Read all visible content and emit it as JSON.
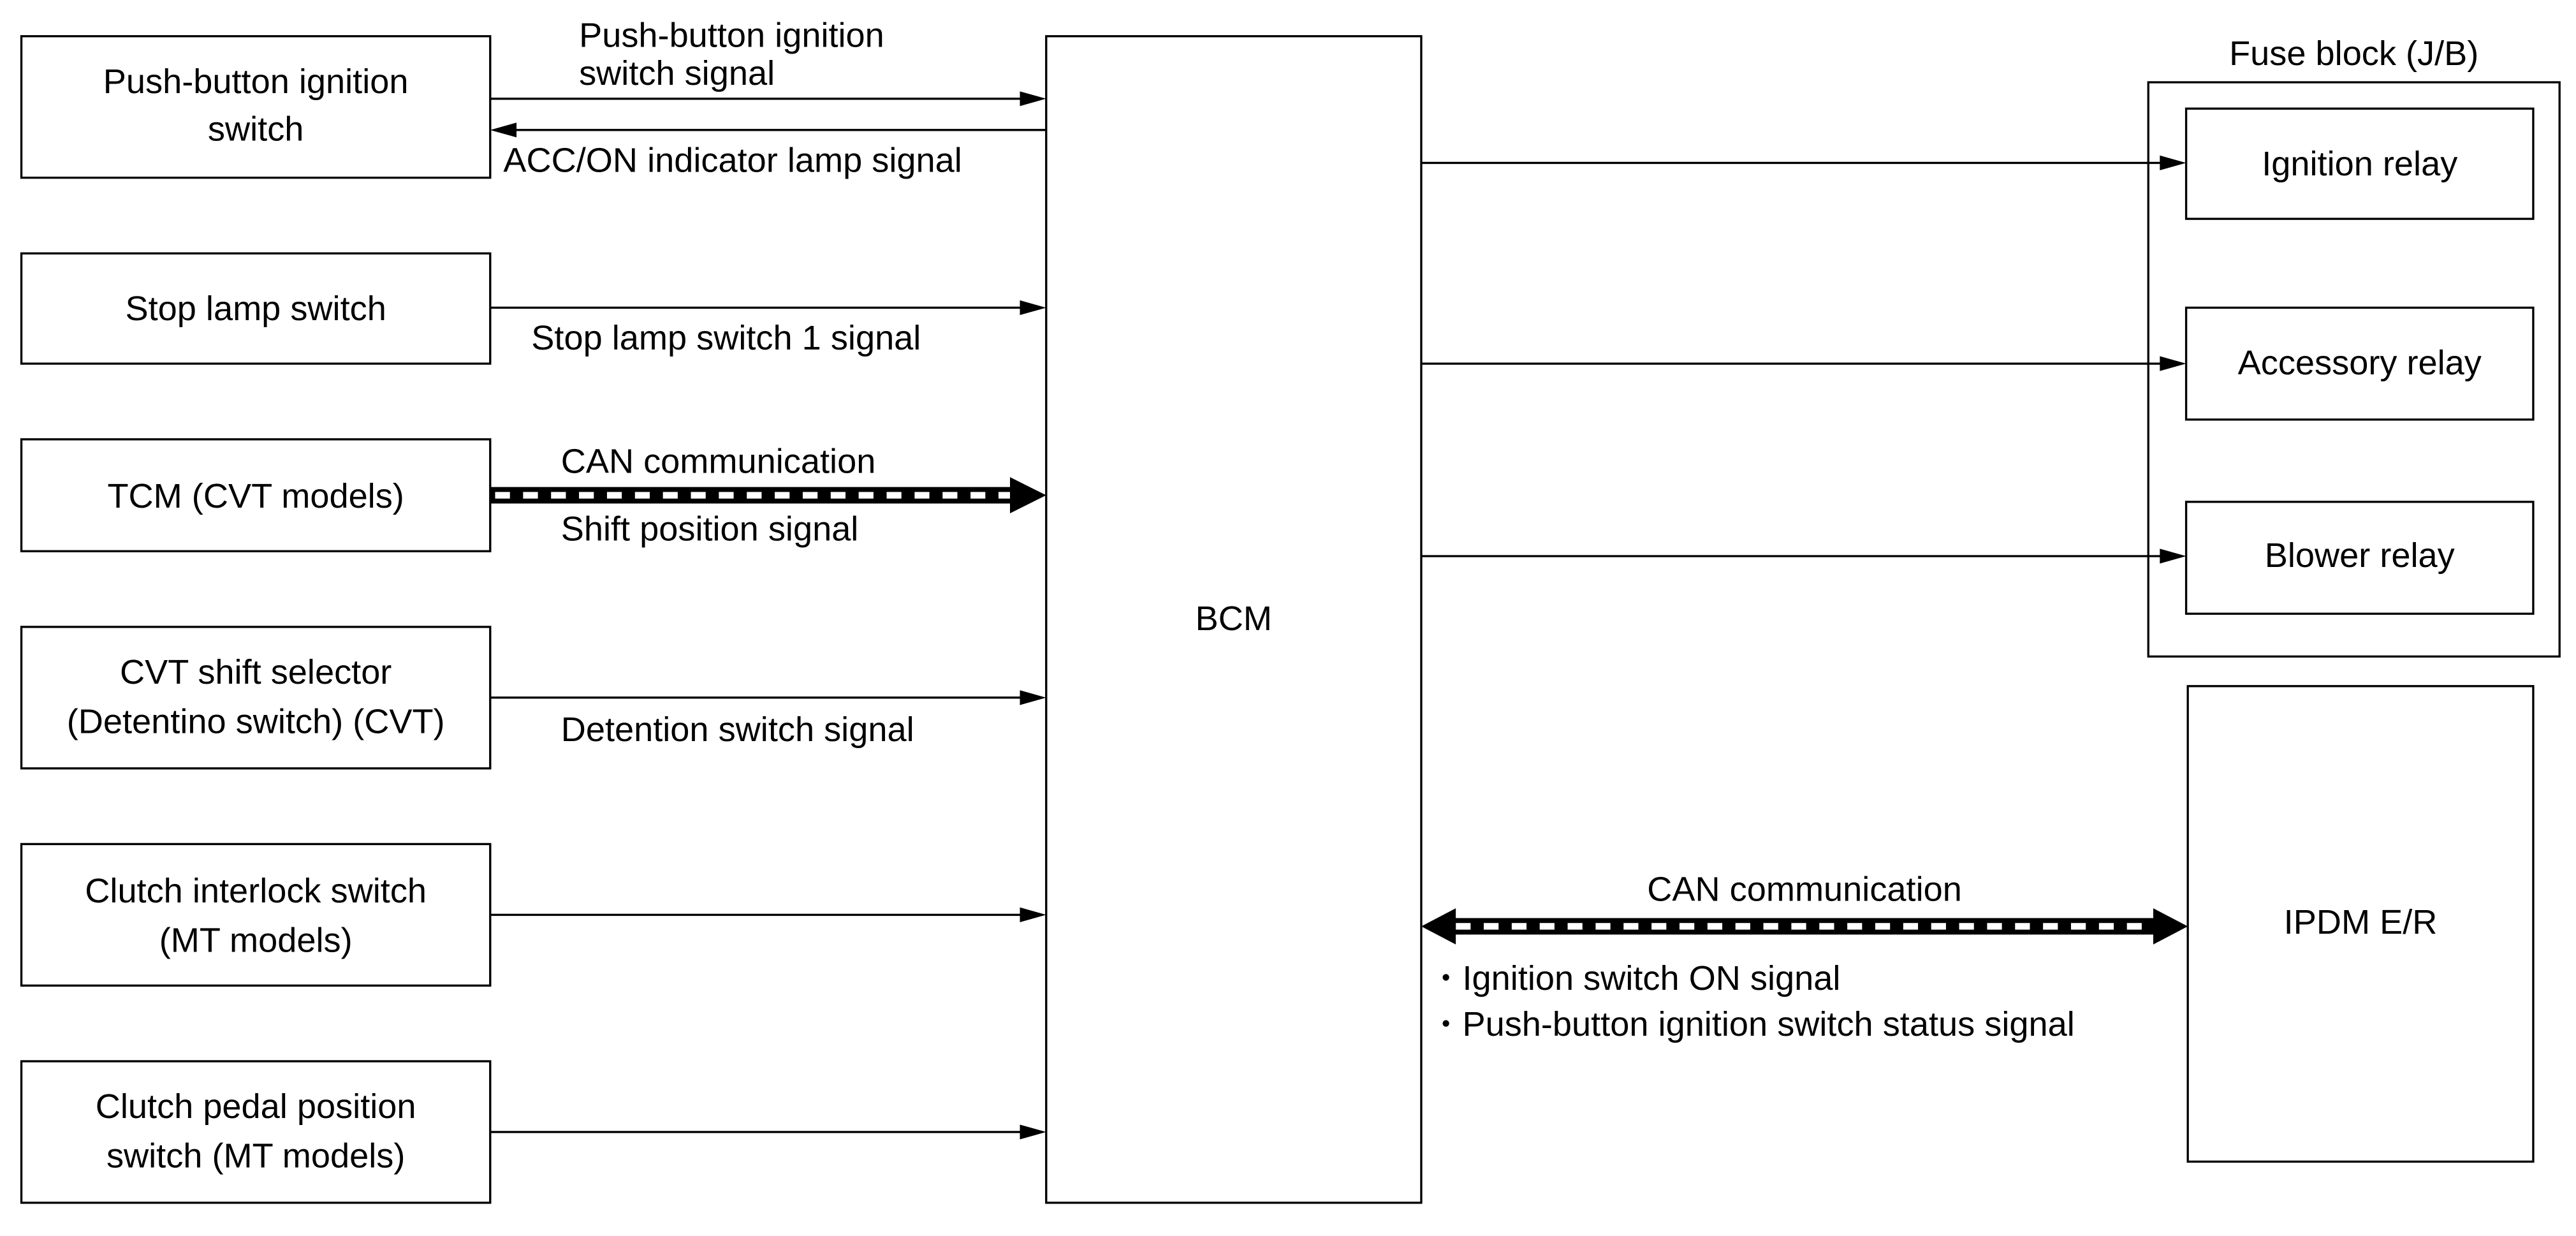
{
  "bcm": {
    "label": "BCM"
  },
  "inputs": [
    {
      "lines": [
        "Push-button ignition",
        "switch"
      ]
    },
    {
      "lines": [
        "Stop lamp switch"
      ]
    },
    {
      "lines": [
        "TCM (CVT models)"
      ]
    },
    {
      "lines": [
        "CVT shift selector",
        "(Detentino switch) (CVT)"
      ]
    },
    {
      "lines": [
        "Clutch interlock switch",
        "(MT models)"
      ]
    },
    {
      "lines": [
        "Clutch pedal position",
        "switch (MT models)"
      ]
    }
  ],
  "signals": {
    "push_button": [
      "Push-button ignition",
      "switch signal"
    ],
    "acc_on_indicator": "ACC/ON indicator lamp signal",
    "stop_lamp": "Stop lamp switch 1 signal",
    "tcm_can": "CAN communication",
    "tcm_shift_position": "Shift position signal",
    "detention": "Detention switch signal"
  },
  "fuse_block": {
    "title": "Fuse block (J/B)",
    "relays": [
      "Ignition relay",
      "Accessory relay",
      "Blower relay"
    ]
  },
  "ipdm": {
    "label": "IPDM E/R",
    "can_label": "CAN communication",
    "can_signals": [
      "Ignition switch ON signal",
      "Push-button ignition switch status signal"
    ]
  }
}
